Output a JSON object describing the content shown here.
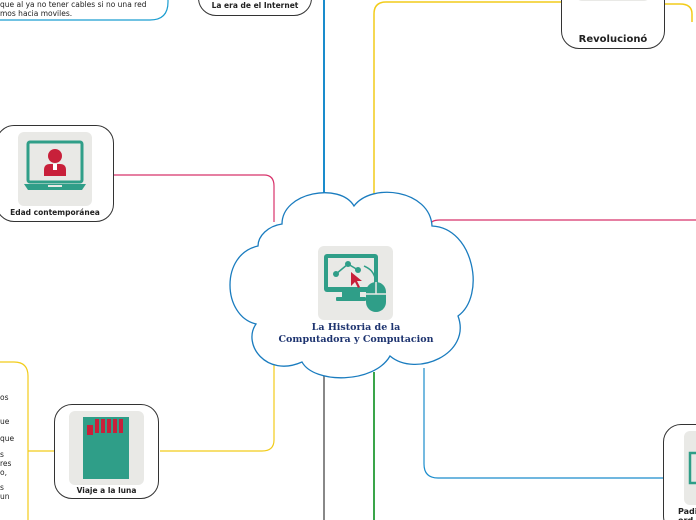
{
  "central": {
    "title": "La Historia de la Computadora y Computacion",
    "icon": "computer-click-icon"
  },
  "nodes": {
    "top_center": {
      "label": "La era de el Internet"
    },
    "top_right": {
      "label": "Revolucionó",
      "icon": "network-computers-icon"
    },
    "left_mid": {
      "label": "Edad contemporánea",
      "icon": "presenter-monitor-icon"
    },
    "bottom_left": {
      "label": "Viaje a la luna",
      "icon": "sd-card-icon"
    },
    "bottom_right": {
      "label": "Padi",
      "label_line2": "ord",
      "icon": "monitor-icon"
    }
  },
  "notes": {
    "top_left_line1": "que al ya no tener cables si no una red",
    "top_left_line2": "mos hacia moviles.",
    "left_fragments": [
      "os",
      "ue",
      "que",
      "s",
      "res",
      "o,",
      "s",
      "un"
    ]
  },
  "colors": {
    "branch_blue": "#1a8ccc",
    "branch_yellow": "#f2cc1a",
    "branch_pink": "#d8336b",
    "branch_grey": "#888888",
    "branch_green": "#3aa54a",
    "icon_teal": "#2f9e88",
    "icon_red": "#c8203a",
    "cloud_border": "#1a7cbf"
  }
}
